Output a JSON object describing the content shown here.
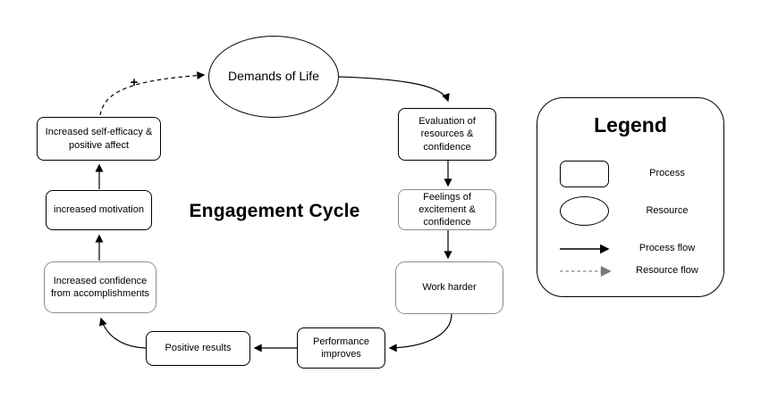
{
  "diagram": {
    "title": "Engagement Cycle",
    "plus_annotation": "+",
    "nodes": {
      "demands_of_life": {
        "label": "Demands of Life",
        "type": "resource"
      },
      "evaluation": {
        "label": "Evaluation of resources & confidence",
        "type": "process"
      },
      "feelings": {
        "label": "Feelings of excitement & confidence",
        "type": "process"
      },
      "work_harder": {
        "label": "Work harder",
        "type": "process"
      },
      "performance_improves": {
        "label": "Performance improves",
        "type": "process"
      },
      "positive_results": {
        "label": "Positive results",
        "type": "process"
      },
      "increased_confidence": {
        "label": "Increased confidence from accomplishments",
        "type": "process"
      },
      "increased_motivation": {
        "label": "increased motivation",
        "type": "process"
      },
      "self_efficacy": {
        "label": "Increased self-efficacy & positive affect",
        "type": "process"
      }
    },
    "flows": [
      "self_efficacy -> demands_of_life (resource flow, +)",
      "demands_of_life -> evaluation",
      "evaluation -> feelings",
      "feelings -> work_harder",
      "work_harder -> performance_improves",
      "performance_improves -> positive_results",
      "positive_results -> increased_confidence",
      "increased_confidence -> increased_motivation",
      "increased_motivation -> self_efficacy"
    ]
  },
  "legend": {
    "title": "Legend",
    "items": [
      {
        "symbol": "process-shape",
        "label": "Process"
      },
      {
        "symbol": "resource-shape",
        "label": "Resource"
      },
      {
        "symbol": "solid-arrow",
        "label": "Process flow"
      },
      {
        "symbol": "dashed-arrow",
        "label": "Resource flow"
      }
    ]
  },
  "colors": {
    "stroke": "#000000",
    "gray_stroke": "#8c8c8c",
    "resource_flow_gray": "#999999",
    "background": "#ffffff",
    "text": "#000000"
  }
}
